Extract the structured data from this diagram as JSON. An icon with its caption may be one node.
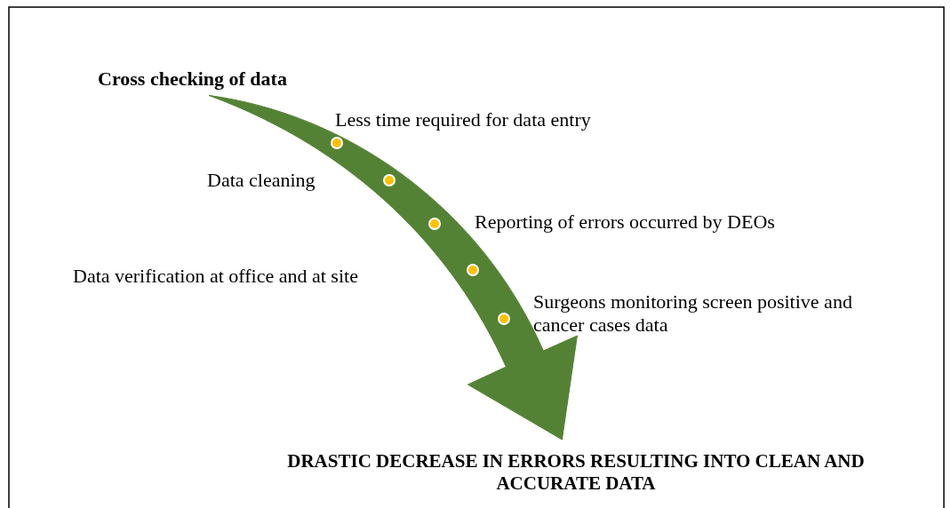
{
  "diagram": {
    "nodes": [
      {
        "text": [
          "Cross checking of data"
        ]
      },
      {
        "text": [
          "DRASTIC DECREASE IN ERRORS RESULTING INTO CLEAN AND ACCURATE DATA"
        ]
      }
    ],
    "edges": [
      {
        "from": 0,
        "to": 1,
        "arrow": "to",
        "style": "thick",
        "color": "#548235"
      }
    ],
    "labels": [
      "Less time required for data entry",
      "Data cleaning",
      "Reporting of errors occurred by DEOs",
      "Data verification at office and at site",
      "Surgeons monitoring screen positive and cancer cases data"
    ]
  }
}
